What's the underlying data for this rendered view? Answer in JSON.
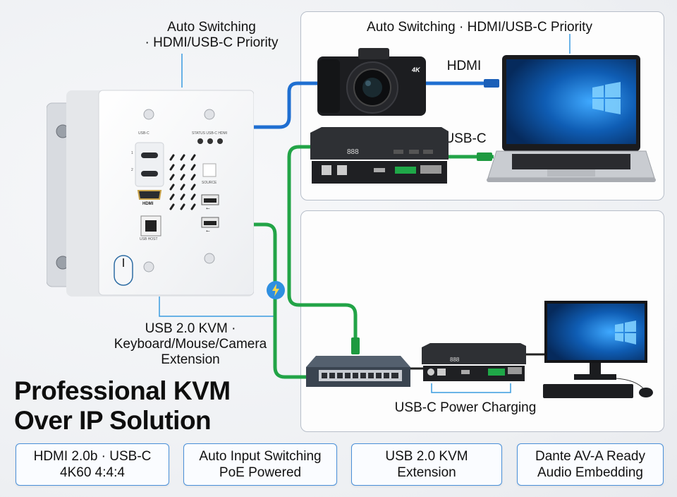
{
  "title": {
    "line1": "Professional KVM",
    "line2": "Over IP Solution"
  },
  "callouts": {
    "wallplate_top_line1": "Auto Switching",
    "wallplate_top_line2": "· HDMI/USB-C Priority",
    "wallplate_bottom_line1": "USB 2.0 KVM ·",
    "wallplate_bottom_line2": "Keyboard/Mouse/Camera",
    "wallplate_bottom_line3": "Extension",
    "top_panel_title": "Auto Switching · HDMI/USB-C Priority",
    "hdmi_cable": "HDMI",
    "usbc_cable": "USB-C",
    "power_charging": "USB-C Power Charging"
  },
  "wallplate": {
    "usbc_label": "USB-C",
    "port1": "1",
    "port2": "2",
    "status_leds": "STATUS USB-C HDMI",
    "source_button": "SOURCE",
    "hdmi_label": "HDMI",
    "usb_host_label": "USB HOST"
  },
  "devices": {
    "camera_badge": "4K",
    "transmitter_display": "888",
    "receiver_display": "888"
  },
  "features": [
    {
      "line1": "HDMI 2.0b · USB-C",
      "line2": "4K60 4:4:4"
    },
    {
      "line1": "Auto Input Switching",
      "line2": "PoE Powered"
    },
    {
      "line1": "USB 2.0 KVM",
      "line2": "Extension"
    },
    {
      "line1": "Dante AV-A Ready",
      "line2": "Audio Embedding"
    }
  ],
  "colors": {
    "hdmi_cable": "#1f6fd1",
    "network_cable": "#22a447",
    "callout_line": "#3a9be0",
    "feature_border": "#4a90d9",
    "power_icon_bg": "#2f8fe0",
    "power_icon_bolt": "#ffd84a"
  },
  "icons": {
    "power": "lightning-bolt-icon",
    "usb": "usb-trident-icon",
    "windows": "windows-logo-icon"
  }
}
